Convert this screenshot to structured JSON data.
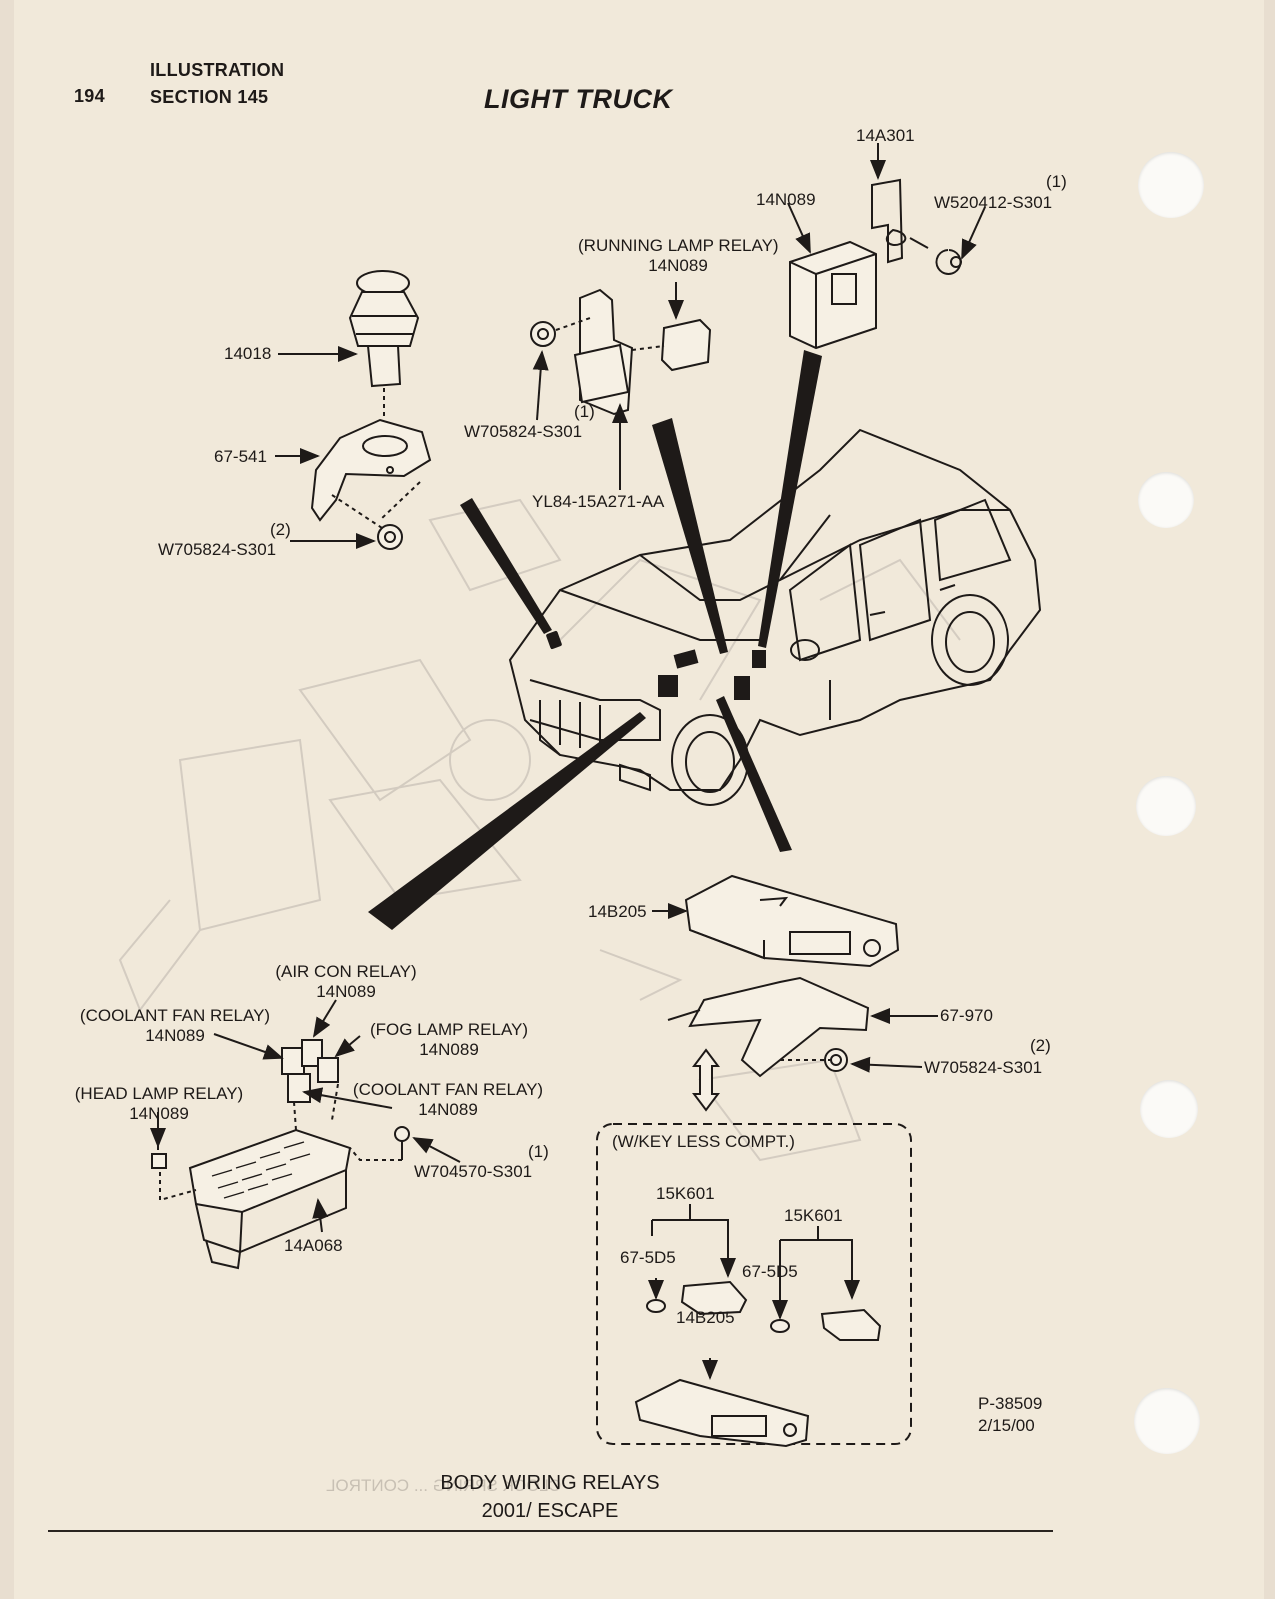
{
  "header": {
    "page_number": "194",
    "illustration": "ILLUSTRATION",
    "section": "SECTION 145",
    "title": "LIGHT TRUCK"
  },
  "callouts": {
    "part_14a301": "14A301",
    "part_14n089_top": "14N089",
    "part_w520412_qty": "(1)",
    "part_w520412": "W520412-S301",
    "running_lamp_relay_name": "(RUNNING LAMP RELAY)",
    "running_lamp_relay_part": "14N089",
    "part_14018": "14018",
    "part_w705824_relay_qty": "(1)",
    "part_w705824_relay": "W705824-S301",
    "part_yl84": "YL84-15A271-AA",
    "part_67541": "67-541",
    "part_w705824_left_qty": "(2)",
    "part_w705824_left": "W705824-S301",
    "part_14b205": "14B205",
    "part_67970": "67-970",
    "part_w705824_right_qty": "(2)",
    "part_w705824_right": "W705824-S301",
    "air_con_relay_name": "(AIR CON RELAY)",
    "air_con_relay_part": "14N089",
    "coolant_fan_relay_1_name": "(COOLANT FAN  RELAY)",
    "coolant_fan_relay_1_part": "14N089",
    "fog_lamp_relay_name": "(FOG LAMP  RELAY)",
    "fog_lamp_relay_part": "14N089",
    "coolant_fan_relay_2_name": "(COOLANT FAN  RELAY)",
    "coolant_fan_relay_2_part": "14N089",
    "head_lamp_relay_name": "(HEAD LAMP RELAY)",
    "head_lamp_relay_part": "14N089",
    "part_w704570_qty": "(1)",
    "part_w704570": "W704570-S301",
    "part_14a068": "14A068"
  },
  "keyless": {
    "title": "(W/KEY LESS COMPT.)",
    "part_15k601_a": "15K601",
    "part_15k601_b": "15K601",
    "part_675d5_a": "67-5D5",
    "part_675d5_b": "67-5D5",
    "part_14b205": "14B205"
  },
  "drawing": {
    "number": "P-38509",
    "date": "2/15/00"
  },
  "caption": {
    "line1": "BODY WIRING RELAYS",
    "line2": "2001/ ESCAPE"
  },
  "bleedthrough": {
    "mirrored_text": "CLOCK SPRING ... CONTROL"
  }
}
